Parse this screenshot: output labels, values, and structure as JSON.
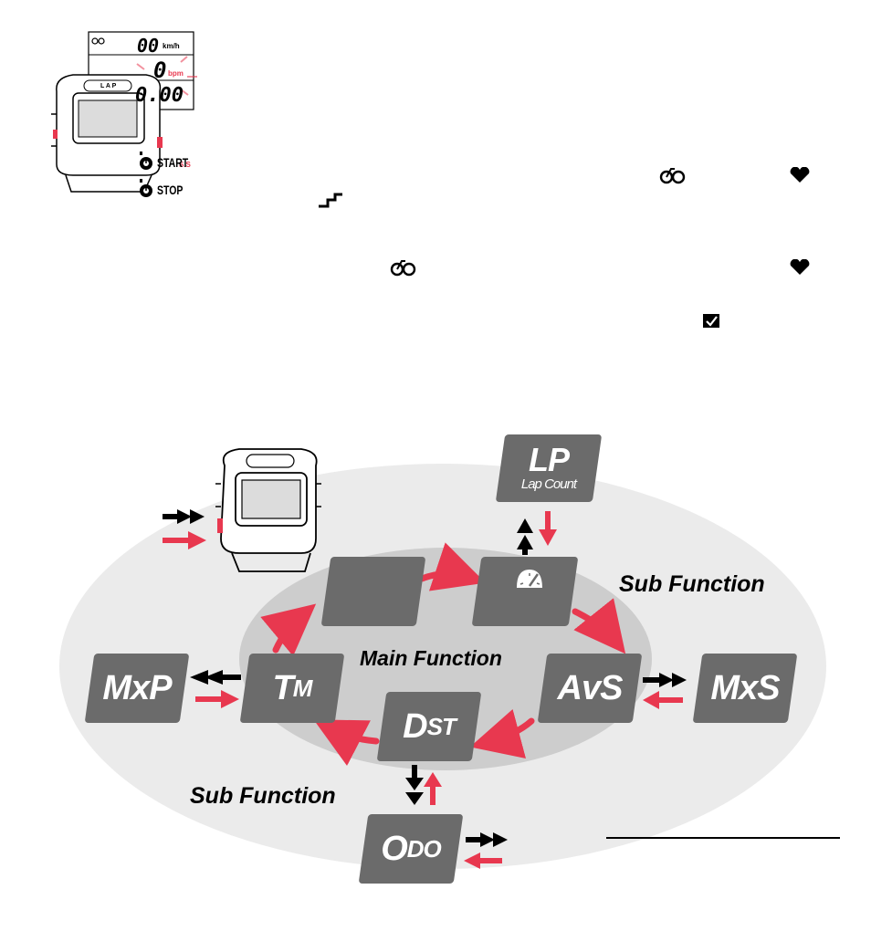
{
  "lcd": {
    "speed_value": "00",
    "speed_unit": "km/h",
    "hr_value": "0",
    "hr_unit": "bpm",
    "time_value": "0.00",
    "watch_button": "L A P",
    "ss_label": "S.S"
  },
  "legend": {
    "start_label": "START",
    "stop_label": "STOP"
  },
  "diagram": {
    "main_function_label": "Main Function",
    "sub_function_top_label": "Sub Function",
    "sub_function_bottom_label": "Sub Function",
    "tiles": {
      "lp": {
        "label": "LP",
        "caption": "Lap Count"
      },
      "tm": {
        "first": "T",
        "rest": "M"
      },
      "avs": {
        "label": "AvS"
      },
      "dst": {
        "first": "D",
        "rest": "ST"
      },
      "mxp": {
        "label": "MxP"
      },
      "mxs": {
        "label": "MxS"
      },
      "odo": {
        "first": "O",
        "rest": "DO"
      }
    }
  },
  "colors": {
    "accent_red": "#e8384f",
    "tile_gray": "#6b6b6b",
    "outer_oval": "#ebebeb",
    "inner_oval": "#cdcdcd"
  },
  "icons": [
    "bicycle-icon",
    "heart-icon",
    "stair-icon",
    "stopwatch-icon",
    "calendar-check-icon",
    "speedometer-icon",
    "watch-icon",
    "double-arrow-icon"
  ]
}
